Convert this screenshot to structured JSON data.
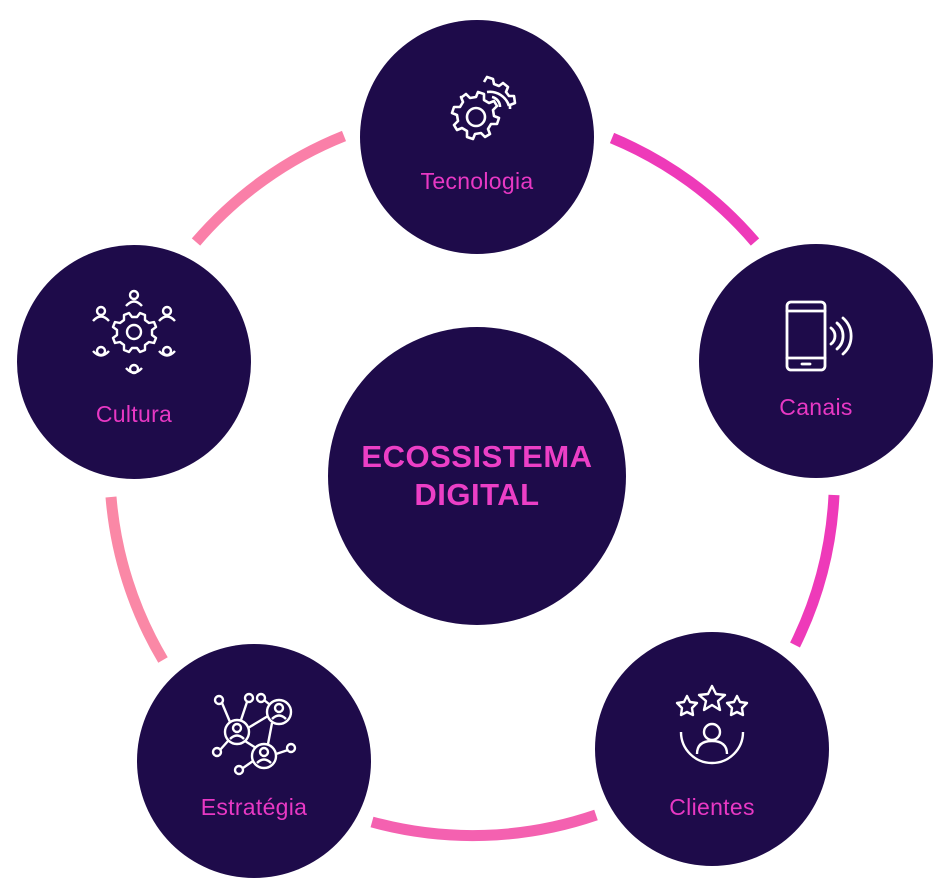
{
  "center": {
    "line1": "ECOSSISTEMA",
    "line2": "DIGITAL"
  },
  "nodes": [
    {
      "label": "Tecnologia",
      "icon": "gears-icon"
    },
    {
      "label": "Canais",
      "icon": "smartphone-signal-icon"
    },
    {
      "label": "Clientes",
      "icon": "customer-rating-icon"
    },
    {
      "label": "Estratégia",
      "icon": "network-people-icon"
    },
    {
      "label": "Cultura",
      "icon": "team-gear-icon"
    }
  ],
  "colors": {
    "circle_fill": "#1e0b4a",
    "label_text": "#e838c4",
    "arc_magenta": "#ee3ab9",
    "arc_pink": "#fa7fa8"
  }
}
